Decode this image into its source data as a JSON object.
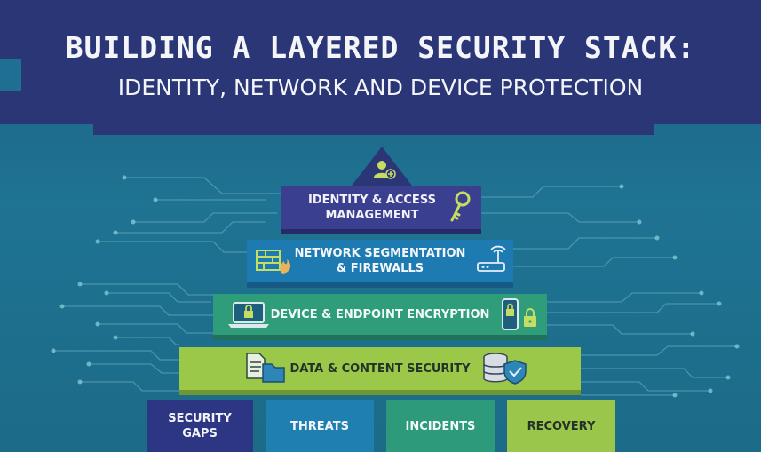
{
  "header": {
    "title": "BUILDING A LAYERED SECURITY STACK:",
    "subtitle": "IDENTITY, NETWORK AND DEVICE PROTECTION"
  },
  "layers": [
    {
      "label_line1": "IDENTITY & ACCESS",
      "label_line2": "MANAGEMENT",
      "icon": "key-icon"
    },
    {
      "label_line1": "NETWORK SEGMENTATION",
      "label_line2": "& FIREWALLS",
      "icons": [
        "firewall-icon",
        "router-icon"
      ]
    },
    {
      "label": "DEVICE & ENDPOINT ENCRYPTION",
      "icons": [
        "laptop-lock-icon",
        "phone-lock-icon"
      ]
    },
    {
      "label": "DATA & CONTENT SECURITY",
      "icons": [
        "documents-icon",
        "database-shield-icon"
      ]
    }
  ],
  "apex_icon": "add-user-icon",
  "base": [
    {
      "line1": "SECURITY",
      "line2": "GAPS"
    },
    {
      "line1": "THREATS"
    },
    {
      "line1": "INCIDENTS"
    },
    {
      "line1": "RECOVERY"
    }
  ],
  "colors": {
    "header": "#2b3677",
    "background": "#1f7393",
    "identity": "#3b3f8f",
    "network": "#1e7bb1",
    "device": "#2f9d7a",
    "data": "#9cc849",
    "icon_accent": "#c7dc63"
  }
}
